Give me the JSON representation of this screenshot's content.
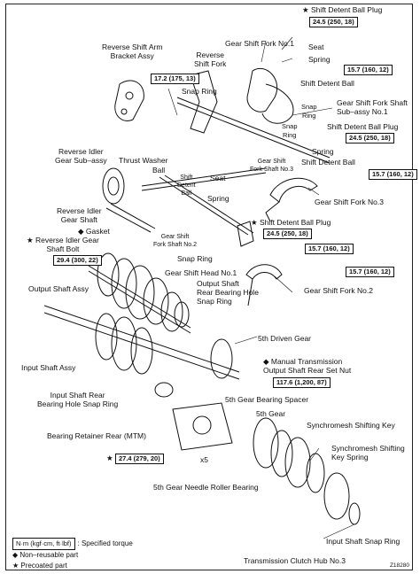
{
  "labels": {
    "shift_detent_ball_plug_top": "★ Shift Detent Ball Plug",
    "gear_shift_fork_no1": "Gear Shift Fork No.1",
    "seat_top": "Seat",
    "spring_top": "Spring",
    "shift_detent_ball_top": "Shift Detent Ball",
    "reverse_shift_arm_bracket": "Reverse Shift Arm\nBracket Assy",
    "reverse_shift_fork": "Reverse\nShift Fork",
    "snap_ring_1": "Snap Ring",
    "snap_ring_2": "Snap\nRing",
    "snap_ring_3": "Snap\nRing",
    "snap_ring_4": "Snap Ring",
    "gear_shift_fork_shaft_no1": "Gear Shift Fork Shaft\nSub–assy No.1",
    "shift_detent_ball_plug_mid": "Shift Detent Ball Plug",
    "spring_mid": "Spring",
    "shift_detent_ball_mid": "Shift Detent Ball",
    "reverse_idler_gear": "Reverse Idler\nGear Sub–assy",
    "thrust_washer": "Thrust Washer",
    "ball": "Ball",
    "shift_detent_ball_small": "Shift\nDetent\nBall",
    "gear_shift_fork_shaft_no3": "Gear Shift\nFork Shaft No.3",
    "seat_mid": "Seat",
    "spring_low": "Spring",
    "gear_shift_fork_no3": "Gear Shift Fork No.3",
    "reverse_idler_shaft": "Reverse Idler\nGear Shaft",
    "gasket": "◆ Gasket",
    "reverse_idler_bolt": "★ Reverse Idler Gear\nShaft Bolt",
    "gear_shift_fork_shaft_no2": "Gear Shift\nFork Shaft No.2",
    "shift_detent_ball_plug_low": "★ Shift Detent Ball Plug",
    "gear_shift_head_no1": "Gear Shift Head No.1",
    "output_shaft_assy": "Output Shaft Assy",
    "output_shaft_rear_bearing_hole": "Output Shaft\nRear Bearing Hole\nSnap Ring",
    "gear_shift_fork_no2": "Gear Shift Fork No.2",
    "fifth_driven_gear": "5th Driven Gear",
    "manual_transmission_nut": "◆ Manual Transmission\nOutput Shaft Rear Set Nut",
    "input_shaft_assy": "Input Shaft Assy",
    "input_shaft_rear_bearing": "Input Shaft Rear\nBearing Hole Snap Ring",
    "fifth_gear_bearing_spacer": "5th Gear Bearing Spacer",
    "fifth_gear": "5th Gear",
    "bearing_retainer_rear": "Bearing Retainer Rear (MTM)",
    "synchromesh_key": "Synchromesh Shifting Key",
    "synchromesh_spring": "Synchromesh Shifting\nKey Spring",
    "x5": "x5",
    "needle_roller": "5th Gear Needle Roller Bearing",
    "input_shaft_snap_ring": "Input Shaft Snap Ring",
    "clutch_hub": "Transmission Clutch Hub No.3"
  },
  "torques": {
    "t1": "24.5 (250, 18)",
    "t2": "15.7 (160, 12)",
    "t3": "17.2 (175, 13)",
    "t4": "24.5 (250, 18)",
    "t5": "15.7 (160, 12)",
    "t6": "24.5 (250, 18)",
    "t7": "29.4 (300, 22)",
    "t8": "15.7 (160, 12)",
    "t9": "15.7 (160, 12)",
    "t10": "117.6 (1,200, 87)",
    "t11": "27.4 (279, 20)"
  },
  "legend": {
    "unit_box": "N·m (kgf·cm, ft·lbf)",
    "unit_desc": ": Specified torque",
    "nonreusable": "◆  Non–reusable part",
    "precoated": "★   Precoated part"
  },
  "figure_id": "Z18280"
}
